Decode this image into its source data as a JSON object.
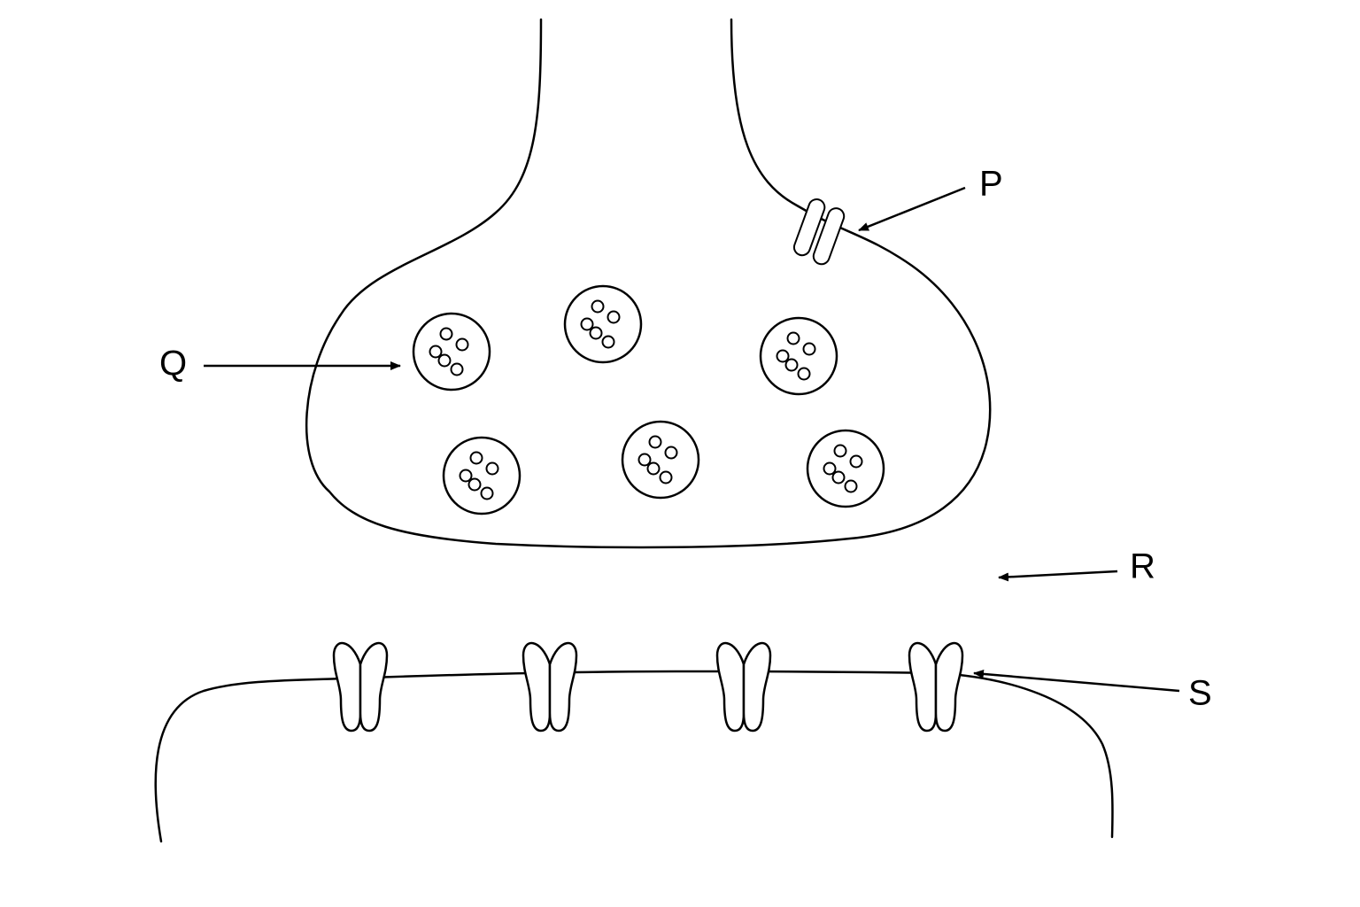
{
  "labels": {
    "p": "P",
    "q": "Q",
    "r": "R",
    "s": "S"
  },
  "colors": {
    "line": "#000000",
    "background": "#ffffff"
  }
}
